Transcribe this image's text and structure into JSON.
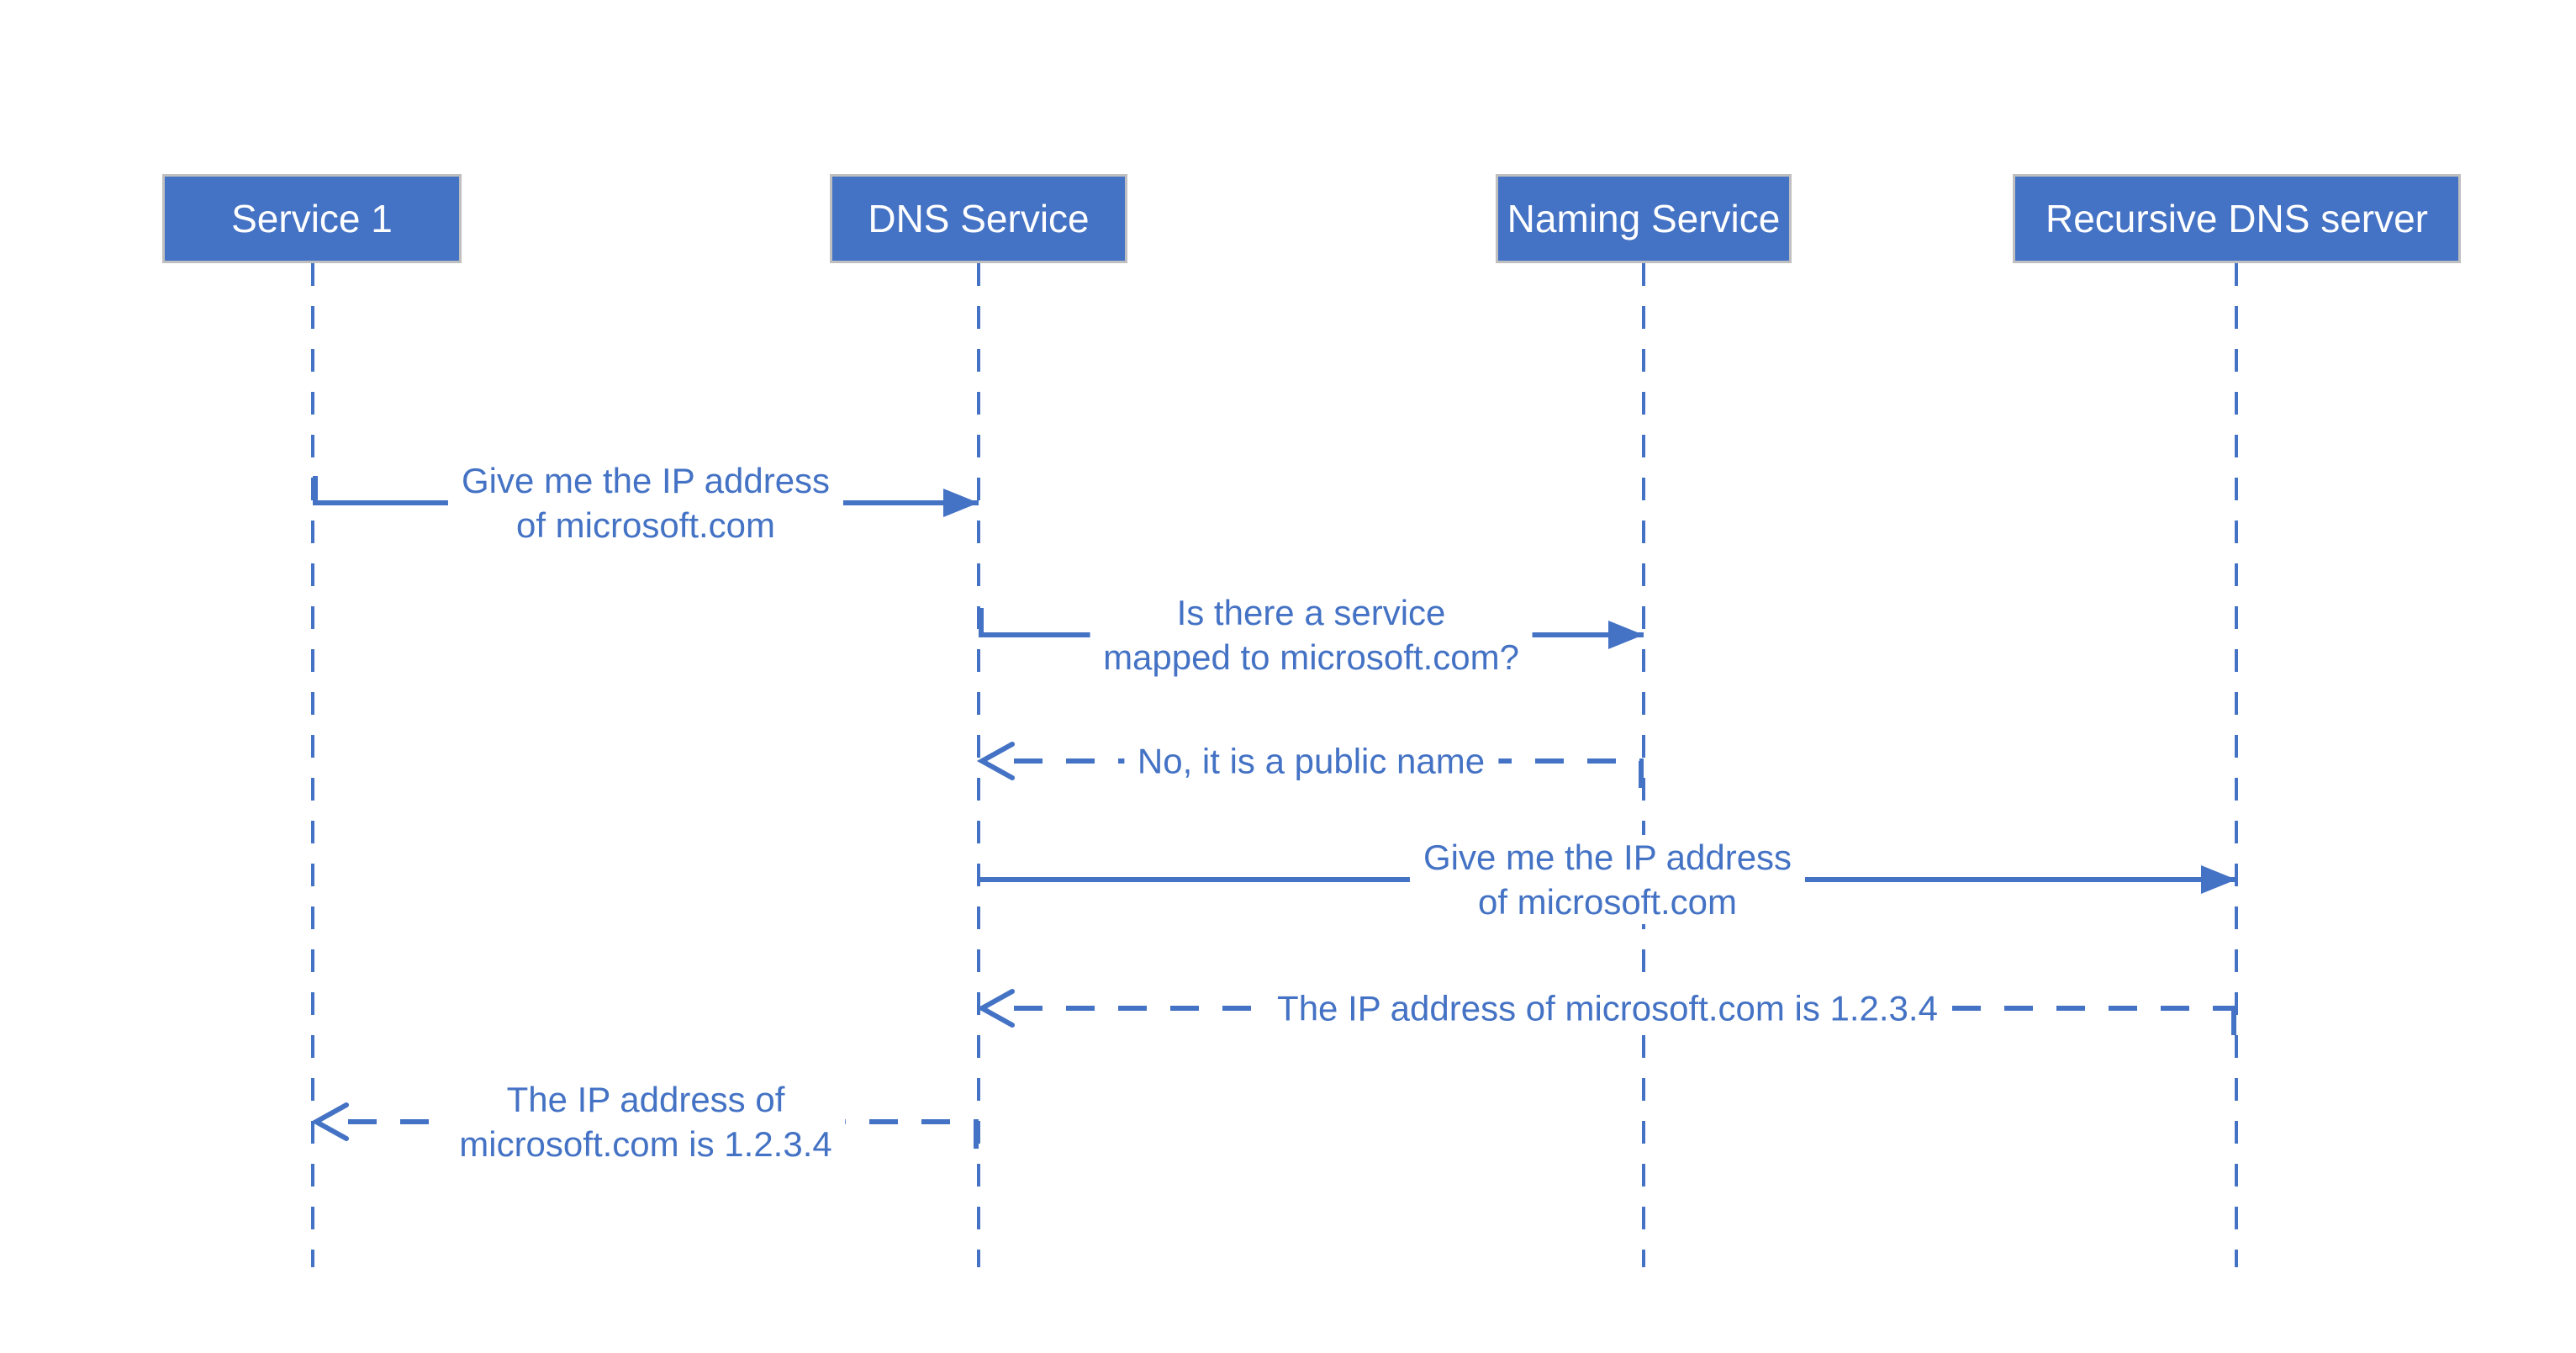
{
  "diagram": {
    "type": "sequence-diagram",
    "topic": "DNS name resolution flow",
    "colors": {
      "accent": "#4472C4",
      "actor_fill": "#4472C4",
      "actor_border": "#BFBFBF",
      "actor_text": "#FFFFFF",
      "message_text": "#4472C4",
      "background": "#FFFFFF"
    },
    "actors": [
      {
        "label": "Service 1"
      },
      {
        "label": "DNS Service"
      },
      {
        "label": "Naming Service"
      },
      {
        "label": "Recursive DNS server"
      }
    ],
    "messages": [
      {
        "from": "Service 1",
        "to": "DNS Service",
        "style": "solid",
        "arrowhead": "filled",
        "direction": "right",
        "line1": "Give me the IP address",
        "line2": "of microsoft.com"
      },
      {
        "from": "DNS Service",
        "to": "Naming Service",
        "style": "solid",
        "arrowhead": "filled",
        "direction": "right",
        "line1": "Is there a service",
        "line2": "mapped to microsoft.com?"
      },
      {
        "from": "Naming Service",
        "to": "DNS Service",
        "style": "dashed",
        "arrowhead": "open",
        "direction": "left",
        "line1": "No, it is a public name"
      },
      {
        "from": "DNS Service",
        "to": "Recursive DNS server",
        "style": "solid",
        "arrowhead": "filled",
        "direction": "right",
        "line1": "Give me the IP address",
        "line2": "of microsoft.com"
      },
      {
        "from": "Recursive DNS server",
        "to": "DNS Service",
        "style": "dashed",
        "arrowhead": "open",
        "direction": "left",
        "line1": "The IP address of microsoft.com is 1.2.3.4"
      },
      {
        "from": "DNS Service",
        "to": "Service 1",
        "style": "dashed",
        "arrowhead": "open",
        "direction": "left",
        "line1": "The IP address of",
        "line2": "microsoft.com is 1.2.3.4"
      }
    ]
  }
}
